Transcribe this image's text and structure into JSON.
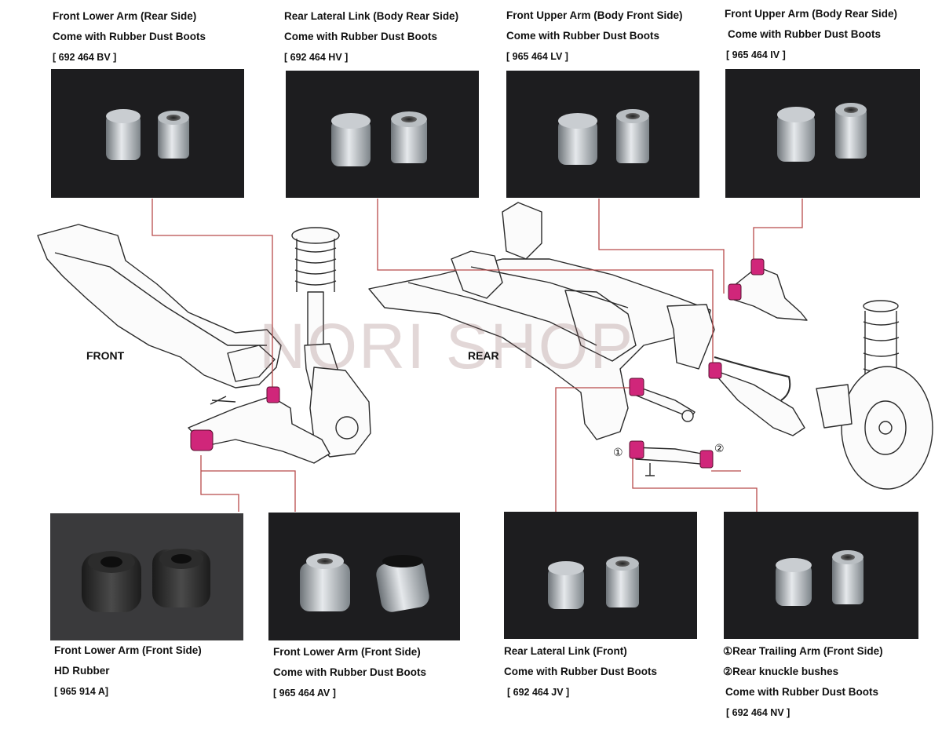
{
  "top_parts": [
    {
      "name": "Front Lower Arm (Rear Side)",
      "note": "Come with Rubber Dust Boots",
      "code": "[ 692 464 BV ]"
    },
    {
      "name": "Rear Lateral Link (Body Rear Side)",
      "note": "Come with Rubber Dust Boots",
      "code": "[ 692 464 HV ]"
    },
    {
      "name": "Front Upper Arm (Body Front Side)",
      "note": "Come with Rubber Dust Boots",
      "code": "[ 965 464 LV ]"
    },
    {
      "name": "Front Upper Arm (Body Rear Side)",
      "note": "Come with Rubber Dust Boots",
      "code": "[ 965 464 IV ]"
    }
  ],
  "bottom_parts": [
    {
      "name": "Front Lower Arm (Front Side)",
      "note": "HD Rubber",
      "code": "[ 965 914 A]"
    },
    {
      "name": "Front Lower Arm (Front Side)",
      "note": "Come with Rubber Dust Boots",
      "code": "[ 965 464 AV ]"
    },
    {
      "name": "Rear Lateral Link (Front)",
      "note": "Come with Rubber Dust Boots",
      "code": "[ 692 464 JV ]"
    },
    {
      "name": "①Rear Trailing Arm (Front Side)",
      "name2": "②Rear knuckle bushes",
      "note": "Come with Rubber Dust Boots",
      "code": "[ 692 464 NV ]"
    }
  ],
  "callouts": {
    "front": "FRONT",
    "rear": "REAR",
    "marker1": "①",
    "marker2": "②"
  },
  "watermark": "NORI SHOP",
  "colors": {
    "bushing_highlight": "#d0267a",
    "leader_line": "#b84a4a",
    "photo_bg": "#1d1d1f"
  }
}
